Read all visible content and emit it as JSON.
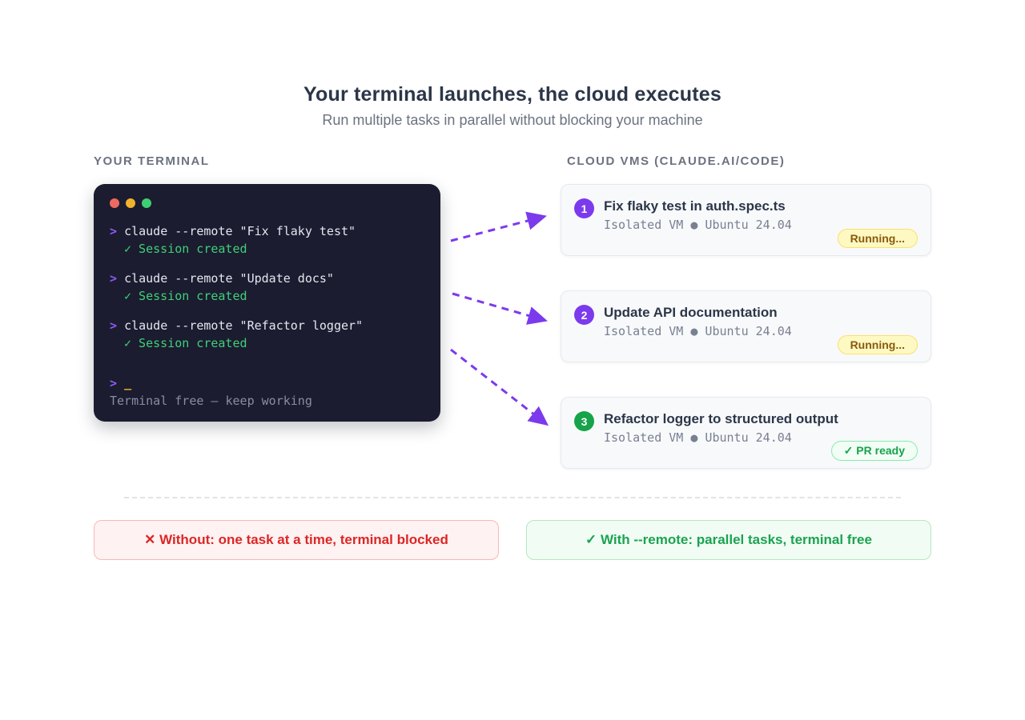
{
  "header": {
    "title": "Your terminal launches, the cloud executes",
    "subtitle": "Run multiple tasks in parallel without blocking your machine"
  },
  "terminal_section": {
    "label": "YOUR TERMINAL",
    "window_controls": [
      "close",
      "minimize",
      "maximize"
    ],
    "prompt_symbol": ">",
    "entries": [
      {
        "command": "claude --remote \"Fix flaky test\"",
        "result": "✓ Session created"
      },
      {
        "command": "claude --remote \"Update docs\"",
        "result": "✓ Session created"
      },
      {
        "command": "claude --remote \"Refactor logger\"",
        "result": "✓ Session created"
      }
    ],
    "idle_prompt": ">",
    "cursor": "_",
    "idle_note": "Terminal free — keep working"
  },
  "cloud_section": {
    "label": "CLOUD VMS (CLAUDE.AI/CODE)",
    "vms": [
      {
        "number": "1",
        "title": "Fix flaky test in auth.spec.ts",
        "meta": "Isolated VM ● Ubuntu 24.04",
        "status": "Running...",
        "status_type": "running"
      },
      {
        "number": "2",
        "title": "Update API documentation",
        "meta": "Isolated VM ● Ubuntu 24.04",
        "status": "Running...",
        "status_type": "running"
      },
      {
        "number": "3",
        "title": "Refactor logger to structured output",
        "meta": "Isolated VM ● Ubuntu 24.04",
        "status": "✓ PR ready",
        "status_type": "ready"
      }
    ]
  },
  "footer": {
    "without_label": "✕ Without: one task at a time, terminal blocked",
    "with_label": "✓ With --remote: parallel tasks, terminal free"
  },
  "colors": {
    "accent_purple": "#7c3aed",
    "terminal_bg": "#1b1c2f",
    "terminal_text": "#e4e6f0",
    "success_green": "#3fd07a",
    "badge_green": "#16a34a",
    "running_bg": "#fef9c3",
    "running_text": "#8a5a0b",
    "ready_text": "#16a34a",
    "error_red": "#dc2626",
    "muted_gray": "#6b7280"
  }
}
